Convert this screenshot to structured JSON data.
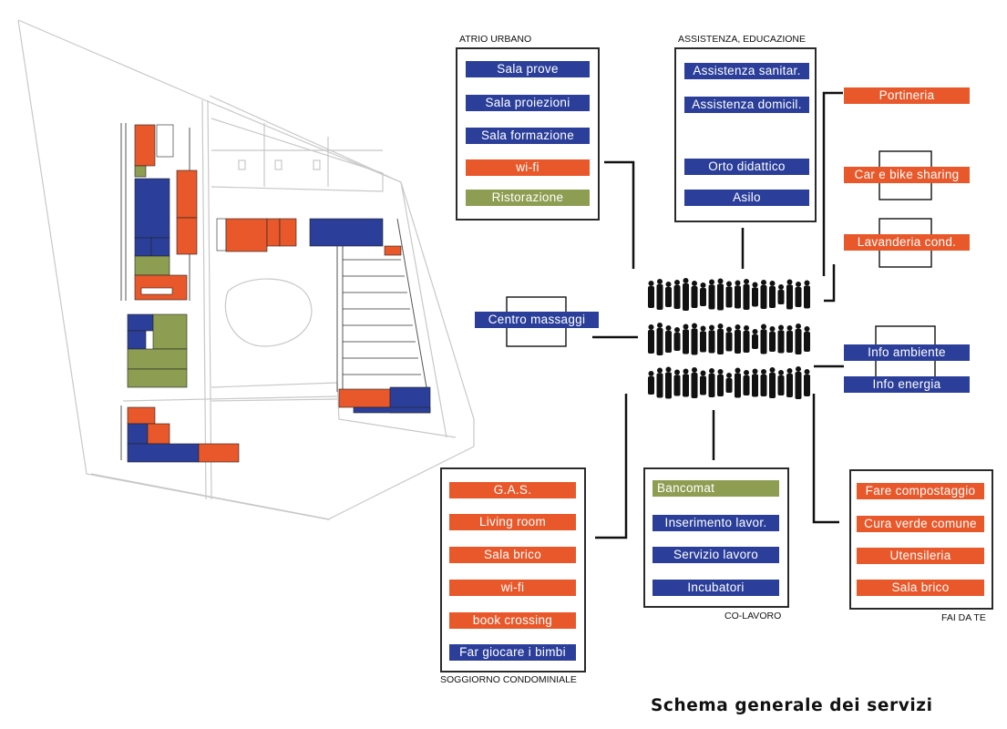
{
  "colors": {
    "blue": "#2b3f9a",
    "orange": "#e8582a",
    "green": "#8d9e52",
    "line": "#111111"
  },
  "title": "Schema generale dei servizi",
  "groups": {
    "atrio": {
      "caption": "ATRIO URBANO",
      "items": [
        "Sala prove",
        "Sala proiezioni",
        "Sala formazione",
        "wi-fi",
        "Ristorazione"
      ]
    },
    "assistenza": {
      "caption": "ASSISTENZA, EDUCAZIONE",
      "items": [
        "Assistenza sanitar.",
        "Assistenza domicil.",
        "Orto didattico",
        "Asilo"
      ]
    },
    "soggiorno": {
      "caption": "SOGGIORNO CONDOMINIALE",
      "items": [
        "G.A.S.",
        "Living room",
        "Sala brico",
        "wi-fi",
        "book crossing",
        "Far giocare i bimbi"
      ]
    },
    "colavoro": {
      "caption": "CO-LAVORO",
      "items": [
        "Bancomat",
        "Inserimento lavor.",
        "Servizio lavoro",
        "Incubatori"
      ]
    },
    "faidate": {
      "caption": "FAI DA TE",
      "items": [
        "Fare compostaggio",
        "Cura verde comune",
        "Utensileria",
        "Sala brico"
      ]
    }
  },
  "standalone": {
    "portineria": "Portineria",
    "car_bike": "Car e bike sharing",
    "lavanderia": "Lavanderia cond.",
    "massaggi": "Centro massaggi",
    "info_ambiente": "Info ambiente",
    "info_energia": "Info energia"
  }
}
